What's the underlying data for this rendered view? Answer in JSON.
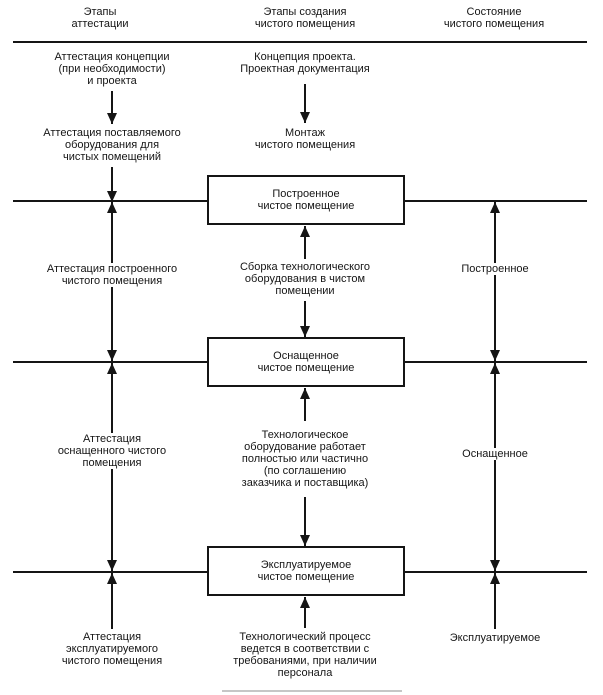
{
  "column_headers": {
    "attestation": "Этапы\nаттестации",
    "creation": "Этапы создания\nчистого помещения",
    "state": "Состояние\nчистого помещения"
  },
  "attestation_column": {
    "concept": "Аттестация концепции\n(при необходимости)\nи проекта",
    "supplied_equipment": "Аттестация поставляемого\nоборудования для\nчистых помещений",
    "built": "Аттестация построенного\nчистого помещения",
    "equipped": "Аттестация\nоснащенного чистого\nпомещения",
    "operational": "Аттестация\nэксплуатируемого\nчистого помещения"
  },
  "creation_column": {
    "concept_docs": "Концепция проекта.\nПроектная документация",
    "installation": "Монтаж\nчистого помещения",
    "built_box": "Построенное\nчистое помещение",
    "equipment_assembly": "Сборка технологического\nоборудования в чистом\nпомещении",
    "equipped_box": "Оснащенное\nчистое помещение",
    "equipment_operating": "Технологическое\nоборудование работает\nполностью или частично\n(по соглашению\nзаказчика и поставщика)",
    "operational_box": "Эксплуатируемое\nчистое помещение",
    "process_compliance": "Технологический процесс\nведется в соответствии с\nтребованиями, при наличии\nперсонала"
  },
  "state_column": {
    "built": "Построенное",
    "equipped": "Оснащенное",
    "operational": "Эксплуатируемое"
  },
  "colors": {
    "ink": "#151515",
    "paper": "#ffffff"
  }
}
